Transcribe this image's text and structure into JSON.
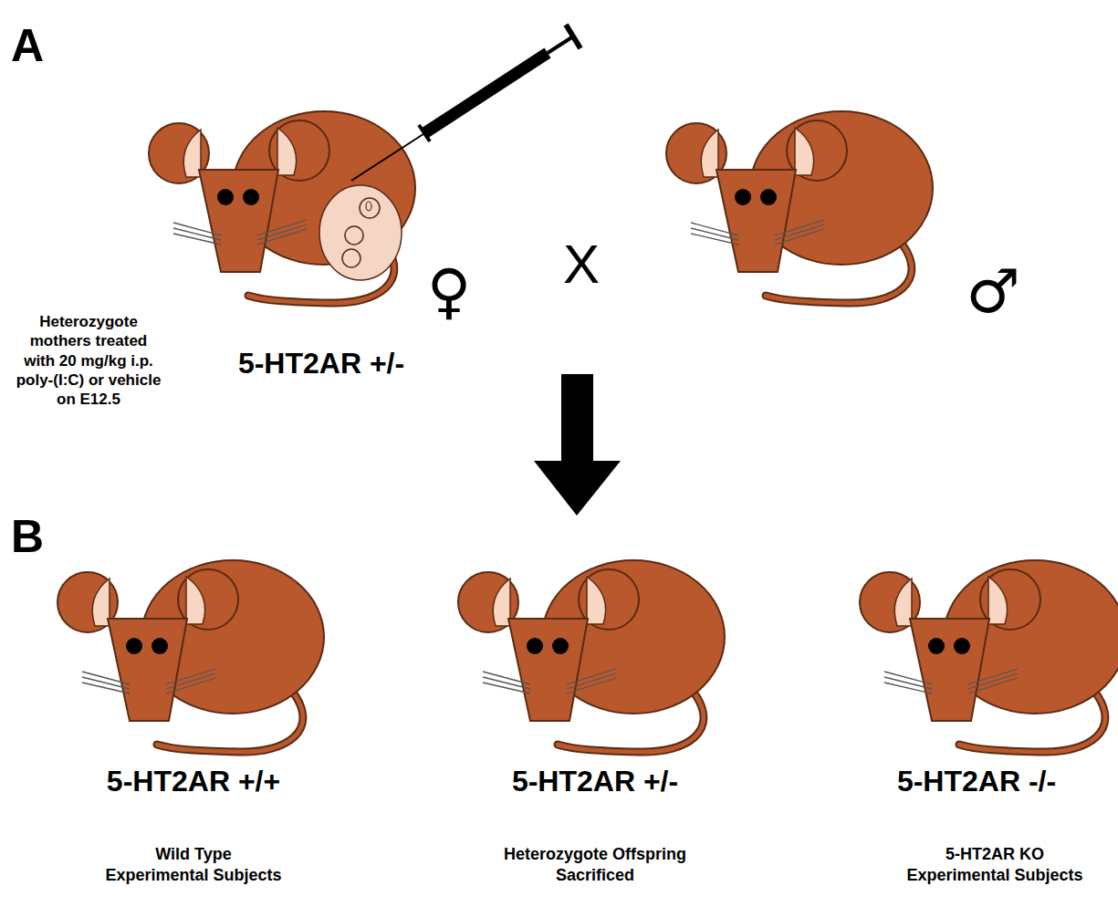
{
  "diagram": {
    "labels": [
      "A",
      "Heterozygote mothers treated with 20 mg/kg i.p. poly-(I:C) or vehicle on E12.5",
      "5-HT2AR +/-",
      "♀",
      "X",
      "♂",
      "B",
      "5-HT2AR +/+",
      "Wild Type Experimental Subjects",
      "5-HT2AR +/-",
      "Heterozygote Offspring Sacrificed",
      "5-HT2AR -/-",
      "5-HT2AR KO Experimental Subjects"
    ]
  }
}
